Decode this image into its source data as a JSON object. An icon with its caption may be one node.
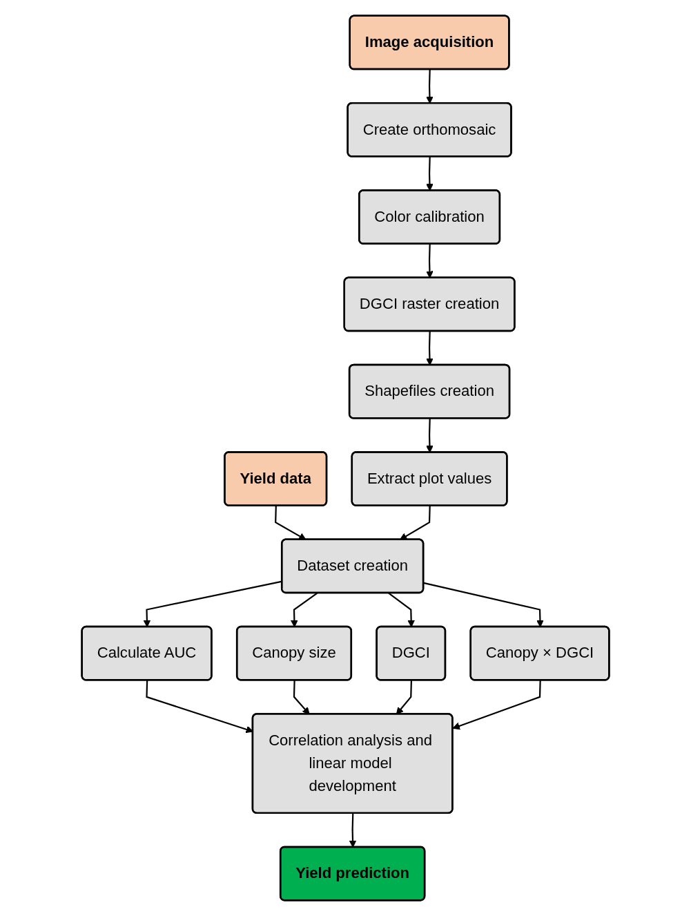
{
  "diagram": {
    "nodes": [
      {
        "text": [
          "Image acquisition"
        ]
      },
      {
        "text": [
          "Yield data"
        ]
      },
      {
        "text": [
          "Create orthomosaic"
        ]
      },
      {
        "text": [
          "Color calibration"
        ]
      },
      {
        "text": [
          "DGCI raster creation"
        ]
      },
      {
        "text": [
          "Shapefiles creation"
        ]
      },
      {
        "text": [
          "Extract plot values"
        ]
      },
      {
        "text": [
          "Dataset creation"
        ]
      },
      {
        "text": [
          "Calculate AUC"
        ]
      },
      {
        "text": [
          "Canopy size"
        ]
      },
      {
        "text": [
          "DGCI"
        ]
      },
      {
        "text": [
          "Canopy × DGCI"
        ]
      },
      {
        "text": [
          "Correlation analysis and linear model development"
        ]
      },
      {
        "text": [
          "Yield prediction"
        ]
      }
    ],
    "edges": [
      {
        "from": 0,
        "to": 2,
        "arrow": "to"
      },
      {
        "from": 2,
        "to": 3,
        "arrow": "to"
      },
      {
        "from": 3,
        "to": 4,
        "arrow": "to"
      },
      {
        "from": 4,
        "to": 5,
        "arrow": "to"
      },
      {
        "from": 5,
        "to": 6,
        "arrow": "to"
      },
      {
        "from": 1,
        "to": 7,
        "arrow": "to"
      },
      {
        "from": 6,
        "to": 7,
        "arrow": "to"
      },
      {
        "from": 7,
        "to": 8,
        "arrow": "to"
      },
      {
        "from": 7,
        "to": 9,
        "arrow": "to"
      },
      {
        "from": 7,
        "to": 10,
        "arrow": "to"
      },
      {
        "from": 7,
        "to": 11,
        "arrow": "to"
      },
      {
        "from": 8,
        "to": 12,
        "arrow": "to"
      },
      {
        "from": 9,
        "to": 12,
        "arrow": "to"
      },
      {
        "from": 10,
        "to": 12,
        "arrow": "to"
      },
      {
        "from": 11,
        "to": 12,
        "arrow": "to"
      },
      {
        "from": 12,
        "to": 13,
        "arrow": "to"
      }
    ]
  }
}
